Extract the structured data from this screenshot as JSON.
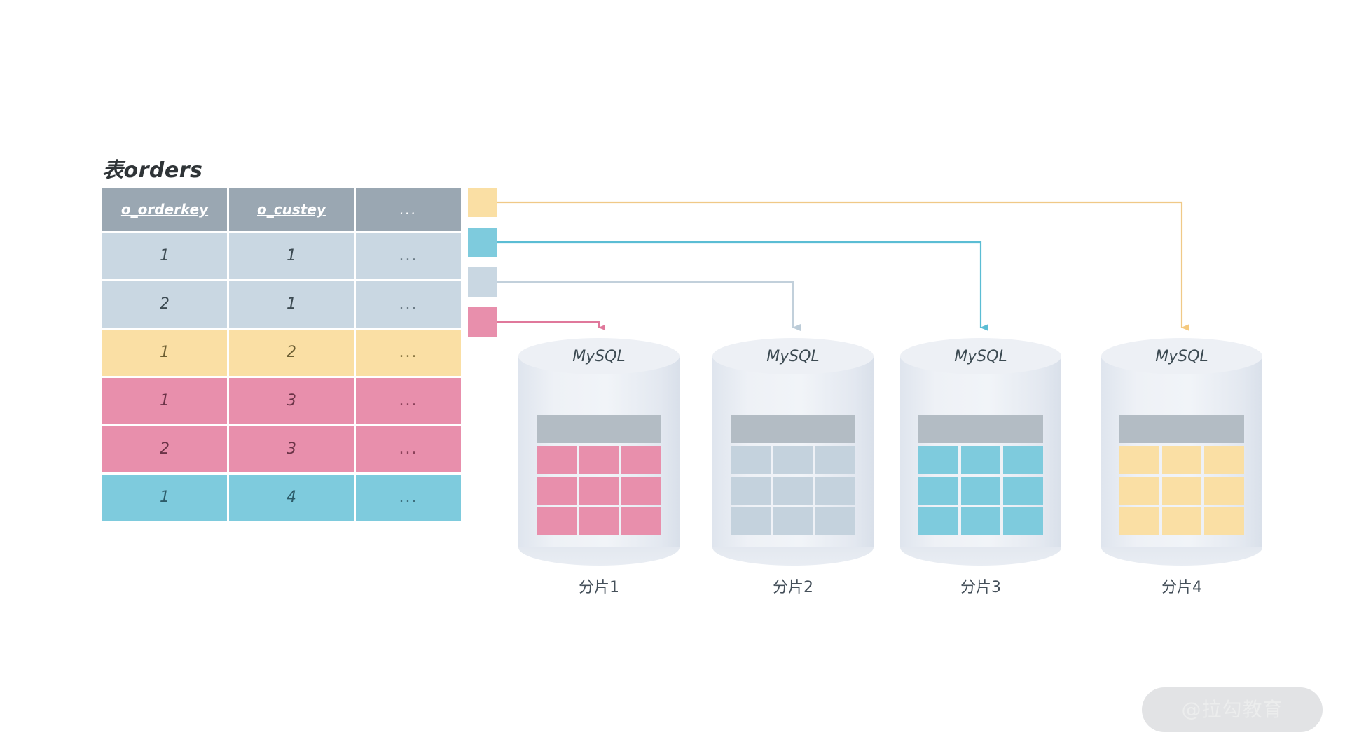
{
  "table": {
    "title": "表orders",
    "columns": [
      "o_orderkey",
      "o_custey",
      "..."
    ],
    "rows": [
      {
        "key": "1",
        "cust": "1",
        "more": "...",
        "color_class": "r-blue"
      },
      {
        "key": "2",
        "cust": "1",
        "more": "...",
        "color_class": "r-blue"
      },
      {
        "key": "1",
        "cust": "2",
        "more": "...",
        "color_class": "r-yellow"
      },
      {
        "key": "1",
        "cust": "3",
        "more": "...",
        "color_class": "r-pink"
      },
      {
        "key": "2",
        "cust": "3",
        "more": "...",
        "color_class": "r-pink"
      },
      {
        "key": "1",
        "cust": "4",
        "more": "...",
        "color_class": "r-cyan"
      }
    ]
  },
  "legend": {
    "swatches": [
      {
        "name": "yellow",
        "color": "#fadfa4",
        "target": "分片4"
      },
      {
        "name": "cyan",
        "color": "#7ecbdd",
        "target": "分片3"
      },
      {
        "name": "blue-gray",
        "color": "#c9d7e2",
        "target": "分片2"
      },
      {
        "name": "pink",
        "color": "#e88fac",
        "target": "分片1"
      }
    ]
  },
  "shards": [
    {
      "label": "MySQL",
      "name": "分片1",
      "cell_color": "#e88fac"
    },
    {
      "label": "MySQL",
      "name": "分片2",
      "cell_color": "#c4d2dd"
    },
    {
      "label": "MySQL",
      "name": "分片3",
      "cell_color": "#7ecbdd"
    },
    {
      "label": "MySQL",
      "name": "分片4",
      "cell_color": "#fadfa4"
    }
  ],
  "colors": {
    "header_gray": "#9aa7b2",
    "row_blue": "#c9d7e2",
    "row_yellow": "#fadfa4",
    "row_pink": "#e88fac",
    "row_cyan": "#7ecbdd",
    "cylinder_fill": "#eef1f6",
    "mini_header": "#b3bcc4",
    "background": "#ffffff"
  },
  "watermark": {
    "text": "@拉勾教育"
  }
}
